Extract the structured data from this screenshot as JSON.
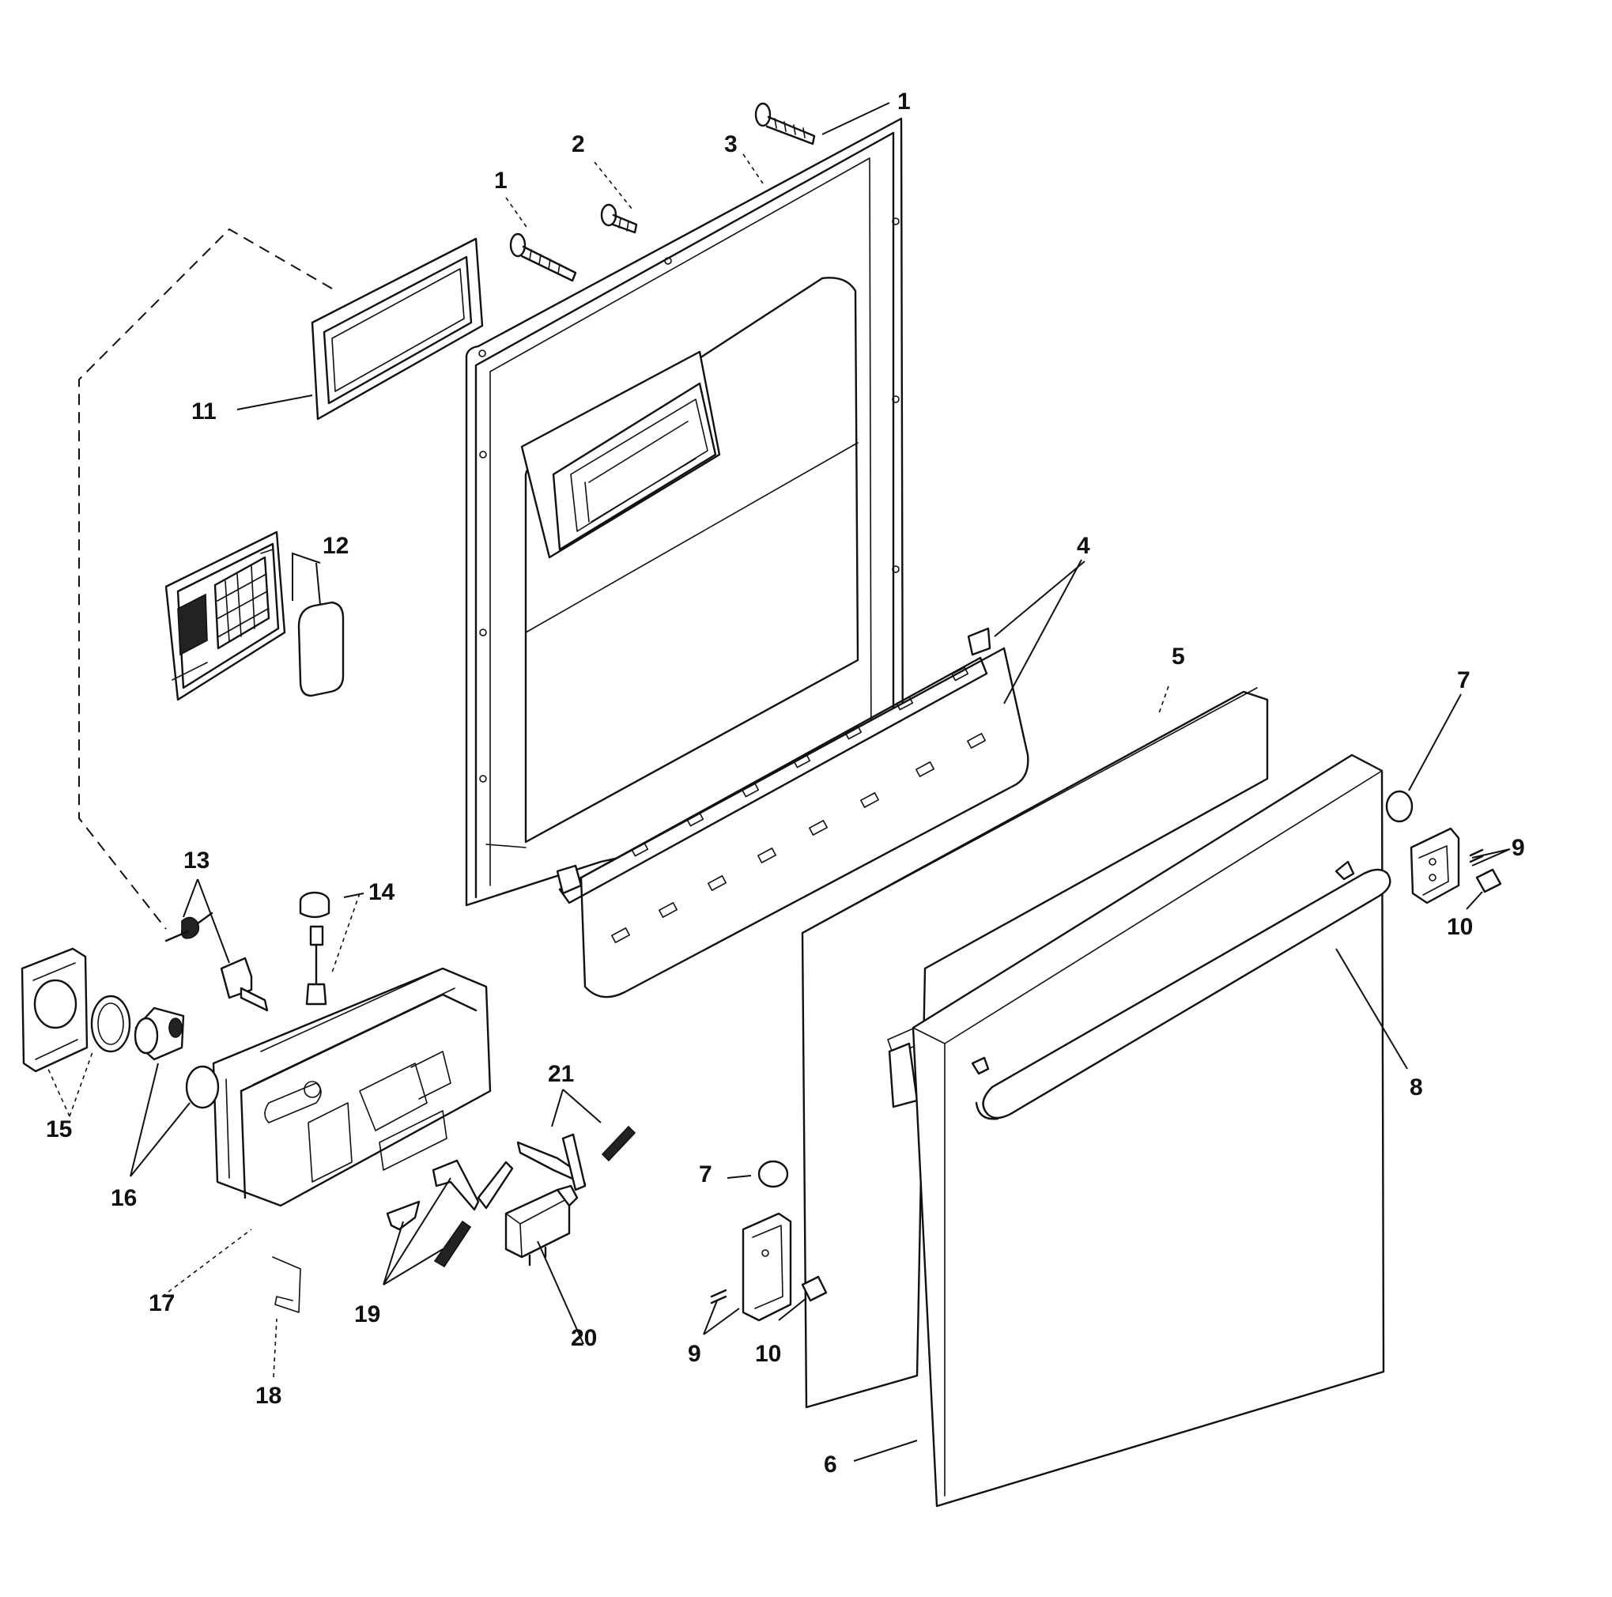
{
  "callouts": {
    "c1a": "1",
    "c1b": "1",
    "c2": "2",
    "c3": "3",
    "c4": "4",
    "c5": "5",
    "c6": "6",
    "c7a": "7",
    "c7b": "7",
    "c8": "8",
    "c9a": "9",
    "c9b": "9",
    "c10a": "10",
    "c10b": "10",
    "c11": "11",
    "c12": "12",
    "c13": "13",
    "c14": "14",
    "c15": "15",
    "c16": "16",
    "c17": "17",
    "c18": "18",
    "c19": "19",
    "c20": "20",
    "c21": "21"
  }
}
